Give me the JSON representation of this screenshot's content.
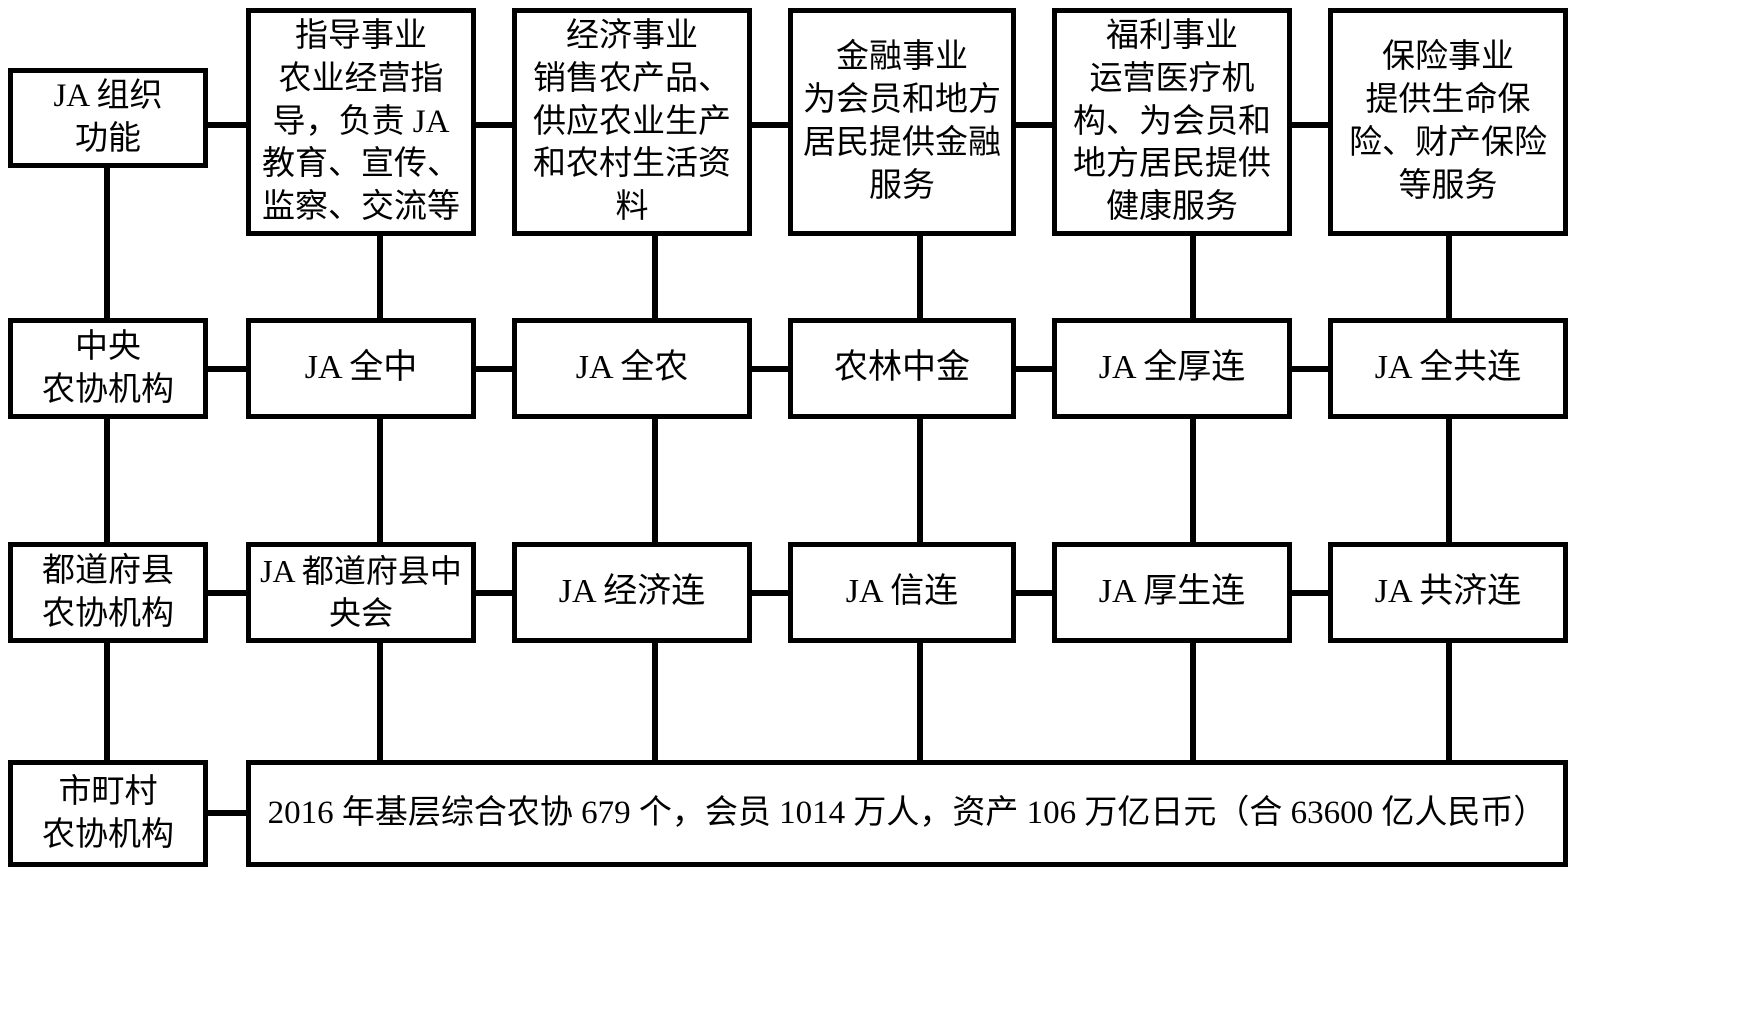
{
  "diagram": {
    "title": "JA (Japan Agricultural Cooperatives) organization structure",
    "row_labels": [
      {
        "id": "functions",
        "text": "JA 组织\n功能"
      },
      {
        "id": "central-level",
        "text": "中央\n农协机构"
      },
      {
        "id": "prefecture-level",
        "text": "都道府县\n农协机构"
      },
      {
        "id": "municipal-level",
        "text": "市町村\n农协机构"
      }
    ],
    "business_columns": [
      {
        "id": "guidance",
        "title": "指导事业",
        "description": "农业经营指导，负责 JA 教育、宣传、监察、交流等",
        "full_text": "指导事业\n农业经营指导，负责 JA 教育、宣传、监察、交流等"
      },
      {
        "id": "economy",
        "title": "经济事业",
        "description": "销售农产品、供应农业生产和农村生活资料",
        "full_text": "经济事业\n销售农产品、供应农业生产和农村生活资料"
      },
      {
        "id": "finance",
        "title": "金融事业",
        "description": "为会员和地方居民提供金融服务",
        "full_text": "金融事业\n为会员和地方居民提供金融服务"
      },
      {
        "id": "welfare",
        "title": "福利事业",
        "description": "运营医疗机构、为会员和地方居民提供健康服务",
        "full_text": "福利事业\n运营医疗机构、为会员和地方居民提供健康服务"
      },
      {
        "id": "insurance",
        "title": "保险事业",
        "description": "提供生命保险、财产保险等服务",
        "full_text": "保险事业\n提供生命保险、财产保险等服务"
      }
    ],
    "central_orgs": [
      {
        "id": "ja-zenchu",
        "text": "JA 全中"
      },
      {
        "id": "ja-zennoh",
        "text": "JA 全农"
      },
      {
        "id": "norinchukin",
        "text": "农林中金"
      },
      {
        "id": "ja-zenkoren",
        "text": "JA 全厚连"
      },
      {
        "id": "ja-zenkyoren",
        "text": "JA 全共连"
      }
    ],
    "prefecture_orgs": [
      {
        "id": "ja-chuokai",
        "text": "JA 都道府县中央会"
      },
      {
        "id": "ja-keizairen",
        "text": "JA 经济连"
      },
      {
        "id": "ja-shinren",
        "text": "JA 信连"
      },
      {
        "id": "ja-koseiren",
        "text": "JA 厚生连"
      },
      {
        "id": "ja-kyosairen",
        "text": "JA 共济连"
      }
    ],
    "bottom_note": "2016 年基层综合农协 679 个，会员 1014 万人，资产 106 万亿日元（合 63600 亿人民币）",
    "colors": {
      "stroke": "#000000",
      "background": "#ffffff",
      "text": "#000000"
    }
  }
}
